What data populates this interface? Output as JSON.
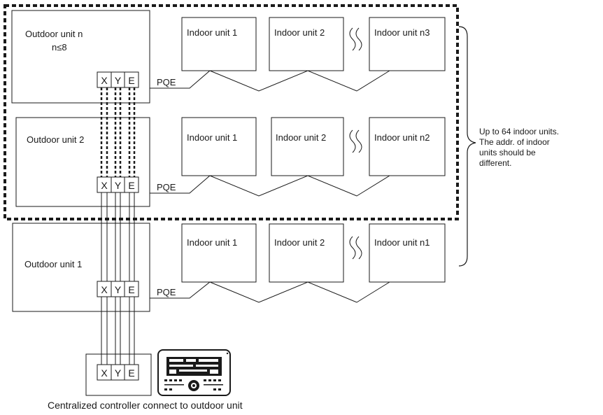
{
  "outdoor_units": [
    {
      "name": "Outdoor unit n",
      "note": "n≤8",
      "terminals": [
        "X",
        "Y",
        "E"
      ],
      "bus_label": "PQE",
      "indoor_units": [
        "Indoor unit 1",
        "Indoor unit 2",
        "Indoor unit n3"
      ]
    },
    {
      "name": "Outdoor unit 2",
      "note": "",
      "terminals": [
        "X",
        "Y",
        "E"
      ],
      "bus_label": "PQE",
      "indoor_units": [
        "Indoor unit 1",
        "Indoor unit 2",
        "Indoor unit n2"
      ]
    },
    {
      "name": "Outdoor unit 1",
      "note": "",
      "terminals": [
        "X",
        "Y",
        "E"
      ],
      "bus_label": "PQE",
      "indoor_units": [
        "Indoor unit 1",
        "Indoor unit 2",
        "Indoor unit n1"
      ]
    }
  ],
  "controller": {
    "terminals": [
      "X",
      "Y",
      "E"
    ],
    "caption": "Centralized controller connect to outdoor unit"
  },
  "brace_note": [
    "Up to 64 indoor units.",
    "The addr. of indoor",
    "units should be",
    "different."
  ],
  "colors": {
    "line": "#1a1a1a",
    "background": "#ffffff"
  }
}
